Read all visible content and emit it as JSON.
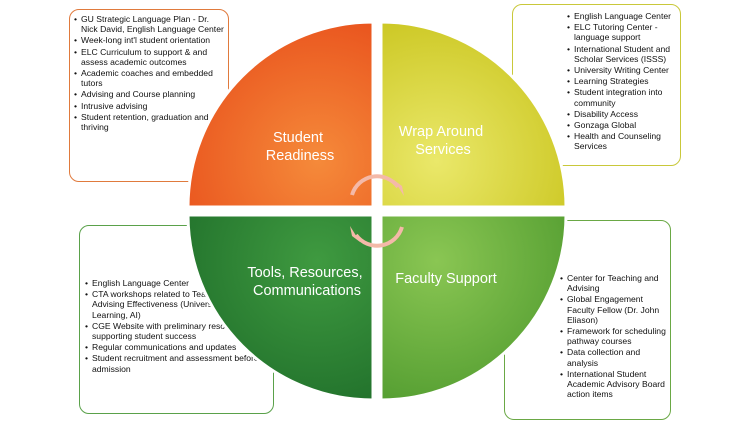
{
  "quadrants": {
    "top_left": {
      "title_lines": [
        "Student",
        "Readiness"
      ],
      "color": "#f0622a",
      "items": [
        "GU Strategic Language Plan - Dr. Nick David, English Language Center",
        "Week-long int'l student orientation",
        "ELC Curriculum to support & and assess academic outcomes",
        "Academic coaches and embedded tutors",
        "Advising and Course planning",
        "Intrusive advising",
        "Student retention, graduation and thriving"
      ]
    },
    "top_right": {
      "title_lines": [
        "Wrap Around",
        "Services"
      ],
      "color": "#d9d62e",
      "items": [
        "English Language Center",
        "ELC Tutoring Center - language support",
        "International Student and Scholar Services (ISSS)",
        "University Writing Center",
        "Learning Strategies",
        "Student integration into community",
        "Disability Access",
        "Gonzaga Global",
        "Health and Counseling Services"
      ]
    },
    "bottom_left": {
      "title_lines": [
        "Tools, Resources,",
        "Communications"
      ],
      "color": "#2e8a38",
      "items": [
        "English Language Center",
        "CTA workshops related to Teaching and Advising Effectiveness (Universal Design for Learning, AI)",
        "CGE Website with preliminary resources for supporting student success",
        "Regular communications and updates",
        "Student recruitment and assessment before admission"
      ]
    },
    "bottom_right": {
      "title_lines": [
        "Faculty Support"
      ],
      "color": "#6db33f",
      "items": [
        "Center for Teaching and Advising",
        "Global Engagement Faculty Fellow (Dr. John Eliason)",
        "Framework for scheduling pathway courses",
        "Data collection and analysis",
        "International Student Academic Advisory Board action items"
      ]
    }
  }
}
